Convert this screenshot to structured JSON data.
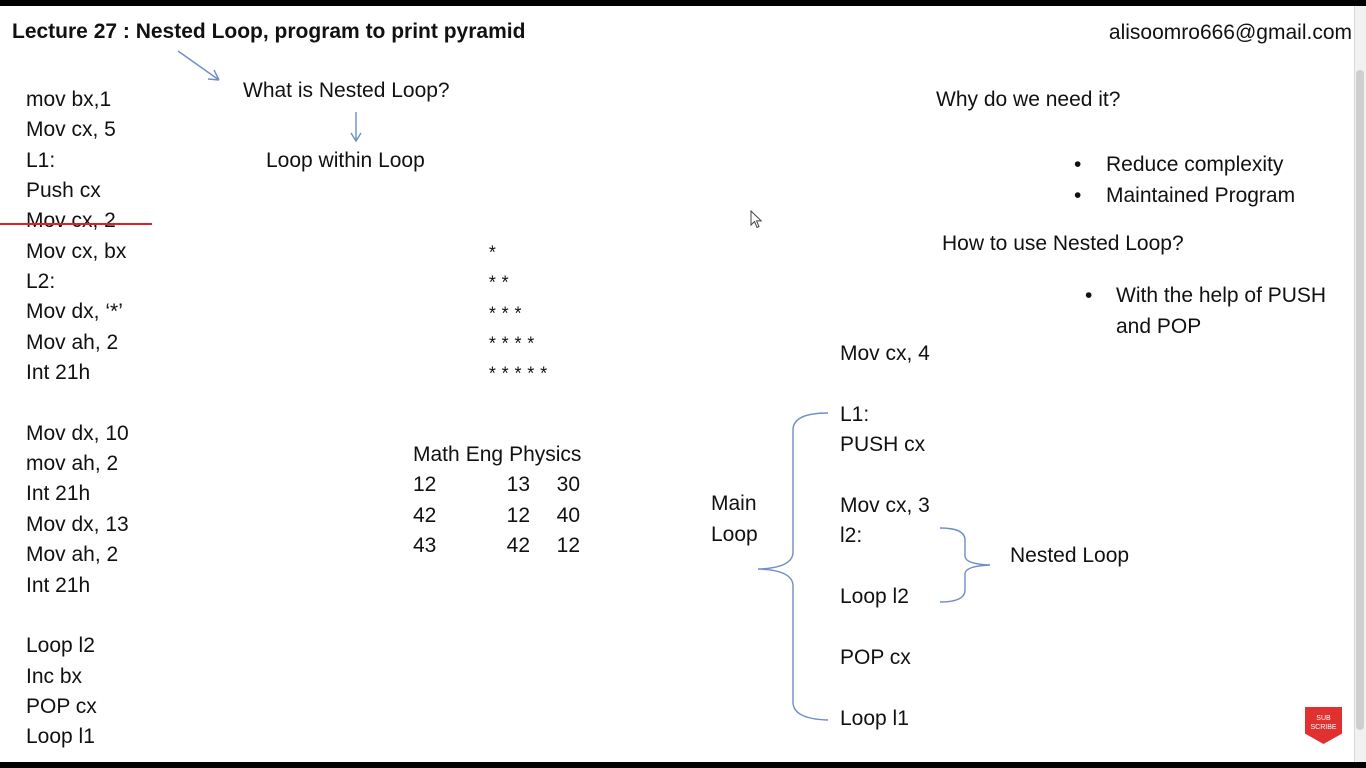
{
  "header": {
    "title": "Lecture 27 : Nested Loop, program to print pyramid",
    "email": "alisoomro666@gmail.com"
  },
  "left_code": {
    "lines": [
      "mov bx,1",
      "Mov cx, 5",
      "L1:",
      "Push cx",
      "Mov cx, 2",
      "Mov cx, bx",
      "L2:",
      "Mov dx, ‘*’",
      "Mov ah, 2",
      "Int 21h",
      "",
      "Mov dx, 10",
      "mov ah, 2",
      "Int 21h",
      "Mov dx, 13",
      "Mov ah, 2",
      "Int 21h",
      "",
      "Loop l2",
      "Inc bx",
      "POP cx",
      "Loop l1"
    ],
    "struck_line_index": 4
  },
  "definition": {
    "question": "What is Nested Loop?",
    "answer": "Loop within Loop"
  },
  "pyramid": {
    "rows": [
      "*",
      "**",
      "***",
      "****",
      "*****"
    ]
  },
  "marks_table": {
    "headers": [
      "Math",
      "Eng",
      "Physics"
    ],
    "rows": [
      [
        "12",
        "13",
        "30"
      ],
      [
        "42",
        "12",
        "40"
      ],
      [
        "43",
        "42",
        "12"
      ]
    ]
  },
  "why": {
    "question": "Why do we need it?",
    "bullets": [
      "Reduce complexity",
      "Maintained Program"
    ]
  },
  "how": {
    "question": "How to use Nested Loop?",
    "bullets": [
      "With the help of PUSH and POP"
    ]
  },
  "right_code": {
    "lines": [
      "Mov cx, 4",
      "",
      "L1:",
      "PUSH cx",
      "",
      "Mov cx, 3",
      "l2:",
      "",
      "Loop l2",
      "",
      "POP cx",
      "",
      "Loop l1"
    ]
  },
  "labels": {
    "main_loop": [
      "Main",
      "Loop"
    ],
    "nested_loop": "Nested Loop"
  },
  "badge": {
    "line1": "SUB",
    "line2": "SCRIBE"
  },
  "colors": {
    "strike": "#dd2222",
    "annotation": "#6d8fc6",
    "badge": "#e03030"
  },
  "icons": {
    "bullet": "•",
    "cursor": "mouse-pointer-icon",
    "subscribe": "subscribe-badge-icon"
  }
}
